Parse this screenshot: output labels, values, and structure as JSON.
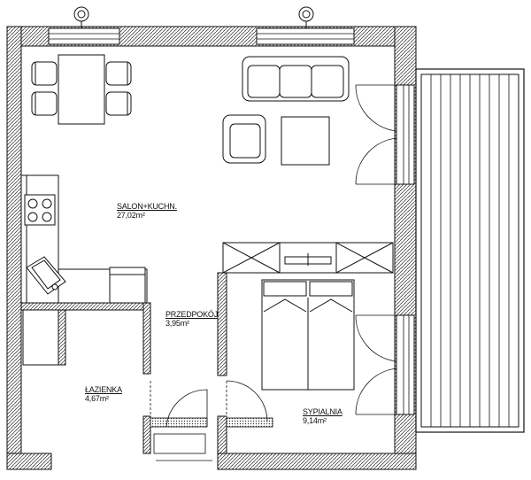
{
  "rooms": [
    {
      "name": "SALON+KUCHN.",
      "area": "27,02m²"
    },
    {
      "name": "PRZEDPOKÓJ",
      "area": "3,95m²"
    },
    {
      "name": "ŁAZIENKA",
      "area": "4,67m²"
    },
    {
      "name": "SYPIALNIA",
      "area": "9,14m²"
    }
  ],
  "colors": {
    "wall": "#1a1a1a",
    "hatch": "#555555",
    "background": "#ffffff"
  }
}
